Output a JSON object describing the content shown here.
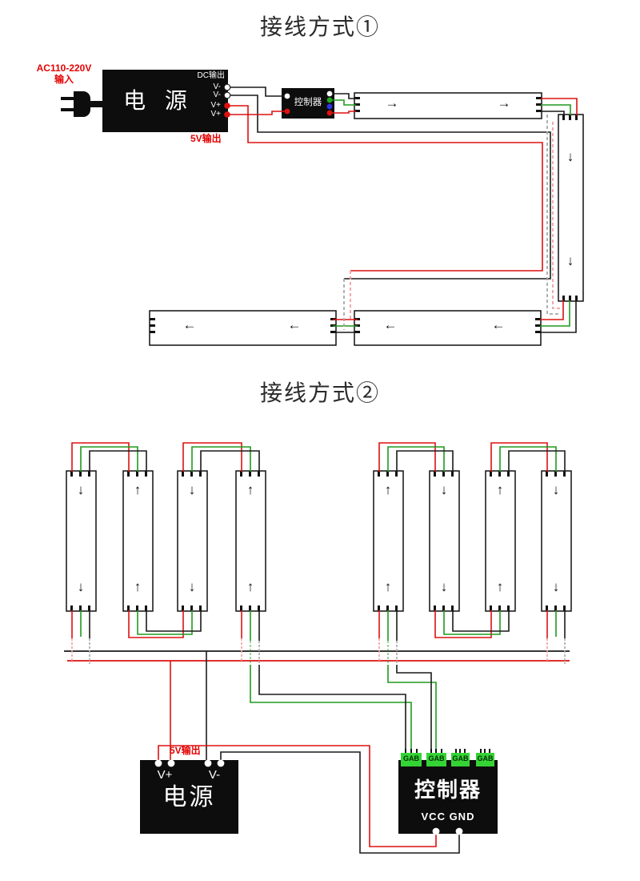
{
  "section1": {
    "title": "接线方式①",
    "power": {
      "name": "电 源",
      "input_line1": "AC110-220V",
      "input_line2": "输入",
      "dc_output_label": "DC输出",
      "terminals": [
        "V-",
        "V-",
        "V+",
        "V+"
      ],
      "output_label": "5V输出"
    },
    "controller": {
      "name": "控制器"
    },
    "strips": [
      {
        "id": "strip-top-horizontal",
        "arrow": "→"
      },
      {
        "id": "strip-right-vertical",
        "arrow": "↓"
      },
      {
        "id": "strip-bottom-left",
        "arrow": "←"
      },
      {
        "id": "strip-bottom-right",
        "arrow": "←"
      }
    ]
  },
  "section2": {
    "title": "接线方式②",
    "power": {
      "name": "电源",
      "terminals": [
        "V+",
        "V-"
      ],
      "output_label": "5V输出"
    },
    "controller": {
      "name": "控制器",
      "ports": [
        "GAB",
        "GAB",
        "GAB",
        "GAB"
      ],
      "pin_labels": "VCC GND"
    },
    "strips": [
      {
        "arrow": "↓"
      },
      {
        "arrow": "↑"
      },
      {
        "arrow": "↓"
      },
      {
        "arrow": "↑"
      },
      {
        "arrow": "↑"
      },
      {
        "arrow": "↓"
      },
      {
        "arrow": "↑"
      },
      {
        "arrow": "↓"
      }
    ]
  },
  "colors": {
    "wire_red": "#dd1111",
    "wire_green": "#1f9a1f",
    "wire_black": "#1a1a1a",
    "dashed_pink": "#f2a0a0",
    "dashed_gray": "#a8a8a8",
    "box_black": "#0d0d0d",
    "connector_green": "#35d435",
    "pin_blue": "#2936e8",
    "label_red": "#e60000"
  }
}
